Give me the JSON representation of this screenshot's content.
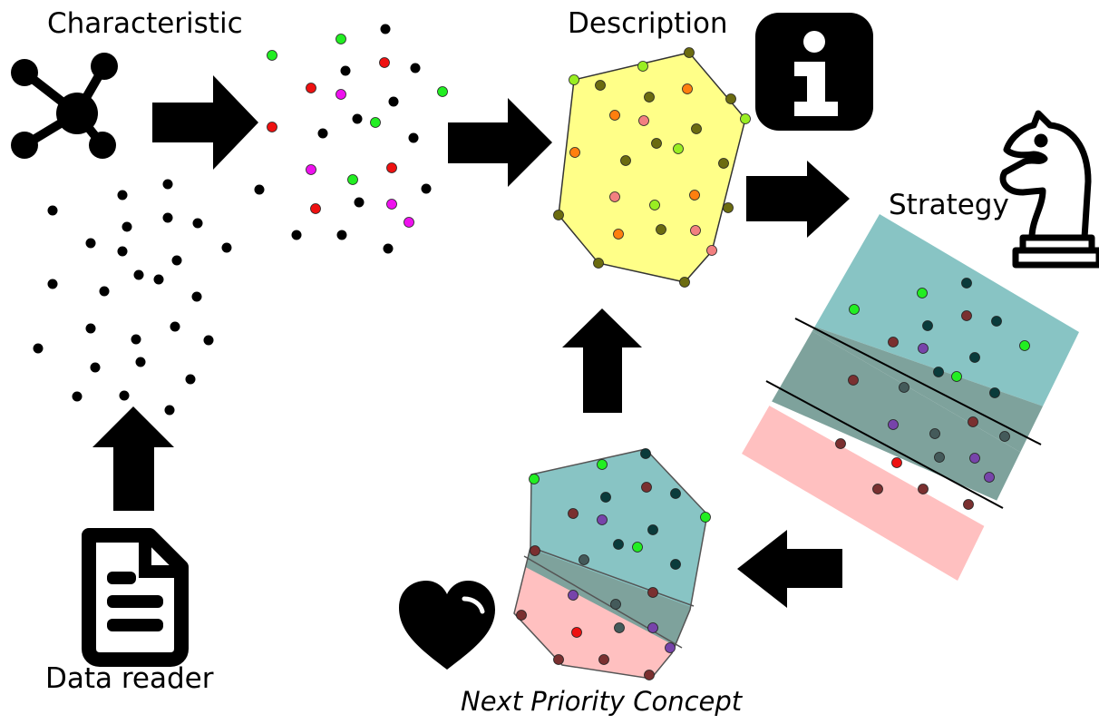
{
  "labels": {
    "characteristic": "Characteristic",
    "description": "Description",
    "strategy": "Strategy",
    "data_reader": "Data reader",
    "next_priority_concept": "Next Priority Concept"
  },
  "icons": {
    "characteristic": "network-graph-icon",
    "description": "info-icon",
    "strategy": "chess-knight-icon",
    "data_reader": "document-icon",
    "next_priority_concept": "heart-icon"
  },
  "colors": {
    "black": "#000000",
    "green": "#22ee22",
    "red": "#ee1111",
    "magenta": "#ee11ee",
    "orange": "#ff7f0e",
    "lime": "#99ee22",
    "olive": "#6b6b10",
    "salmon": "#f28080",
    "hull_yellow": "#ffff88",
    "teal_band": "#88c4c4",
    "gray_band": "#7ea29c",
    "pink_band": "#ffc0c0",
    "dark_teal": "#0a3b3b",
    "dark_red": "#7a3030",
    "purple": "#7744aa",
    "dark_gray": "#445a5a"
  }
}
